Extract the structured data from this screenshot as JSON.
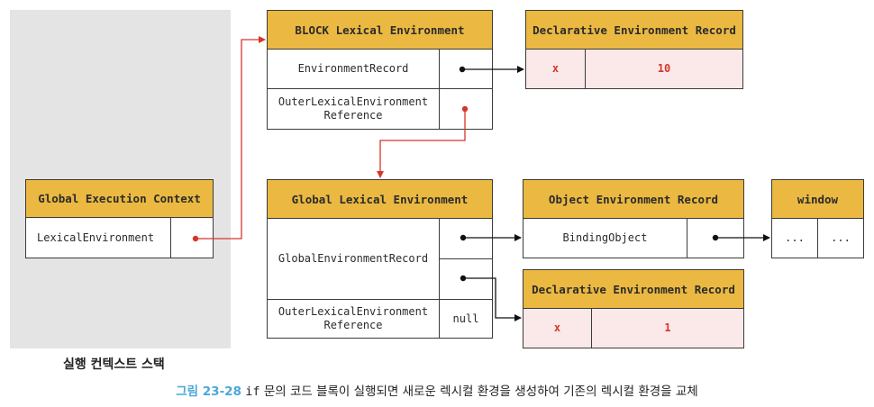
{
  "stack": {
    "label": "실행 컨텍스트 스택"
  },
  "gec": {
    "title": "Global Execution Context",
    "row_label": "LexicalEnvironment"
  },
  "block_le": {
    "title": "BLOCK Lexical Environment",
    "record_label": "EnvironmentRecord",
    "outer_label_1": "OuterLexicalEnvironment",
    "outer_label_2": "Reference"
  },
  "block_decl": {
    "title": "Declarative Environment Record",
    "name": "x",
    "value": "10"
  },
  "global_le": {
    "title": "Global Lexical Environment",
    "record_label": "GlobalEnvironmentRecord",
    "outer_label_1": "OuterLexicalEnvironment",
    "outer_label_2": "Reference",
    "outer_value": "null"
  },
  "object_er": {
    "title": "Object Environment Record",
    "row_label": "BindingObject"
  },
  "window": {
    "title": "window",
    "cell1": "...",
    "cell2": "..."
  },
  "global_decl": {
    "title": "Declarative Environment Record",
    "name": "x",
    "value": "1"
  },
  "caption": {
    "figure": "그림 23-28",
    "code": "if",
    "text": " 문의 코드 블록이 실행되면 새로운 렉시컬 환경을 생성하여 기존의 렉시컬 환경을 교체"
  },
  "colors": {
    "header": "#ebb941",
    "pink": "#fbe8e8",
    "red": "#d6362a",
    "stack_bg": "#e4e4e4",
    "caption_blue": "#4aa7d9"
  }
}
